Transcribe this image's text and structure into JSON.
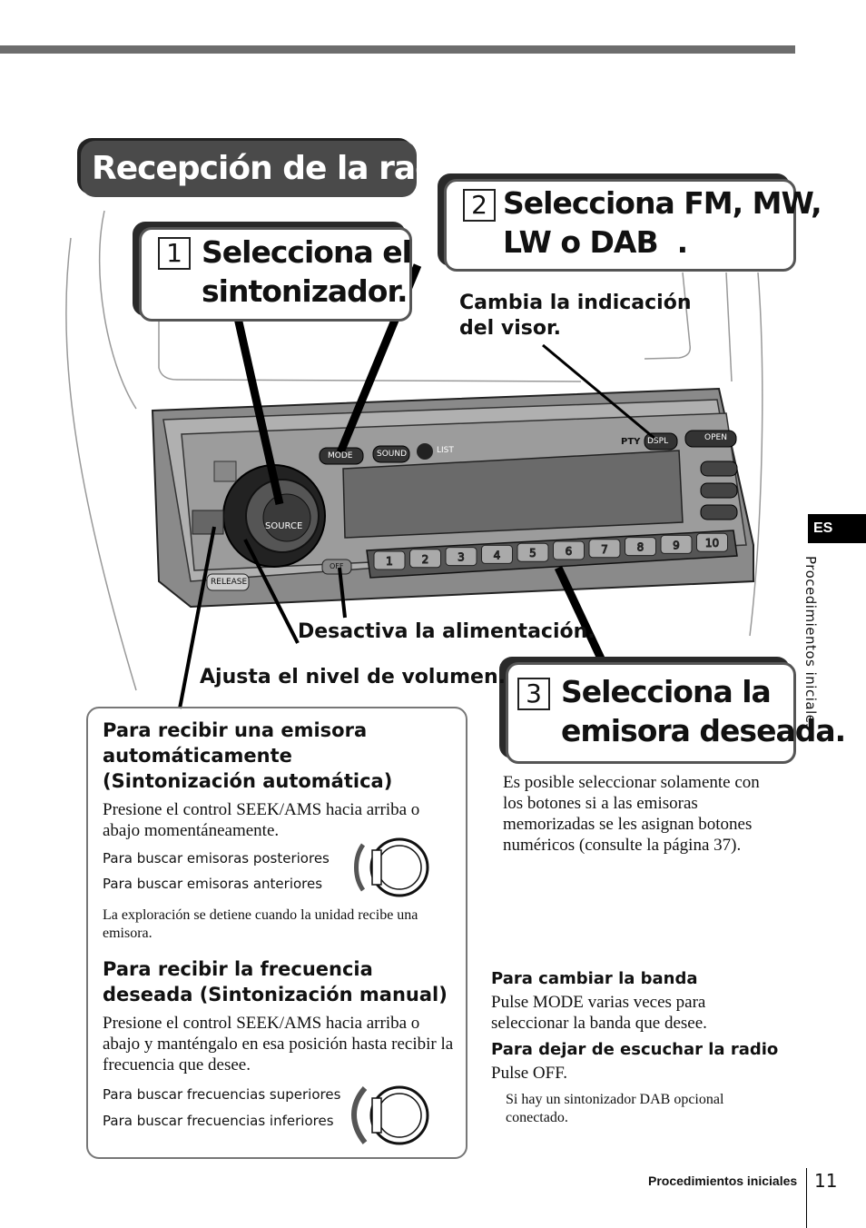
{
  "page_title": "Recepción de la radio",
  "steps": [
    {
      "number": "1",
      "text": "Selecciona el\nsintonizador."
    },
    {
      "number": "2",
      "text": "Selecciona FM, MW,\nLW o DAB  ."
    },
    {
      "number": "3",
      "text": "Selecciona la\nemisora deseada."
    }
  ],
  "callouts": {
    "display": "Cambia la indicación\ndel visor.",
    "power_off": "Desactiva la alimentación.",
    "volume": "Ajusta el nivel de volumen."
  },
  "device_labels": {
    "mode": "MODE",
    "sound": "SOUND",
    "list": "LIST",
    "pty": "PTY",
    "dspl": "DSPL",
    "open": "OPEN",
    "source": "SOURCE",
    "release": "RELEASE",
    "off": "OFF",
    "presets": [
      "1",
      "2",
      "3",
      "4",
      "5",
      "6",
      "7",
      "8",
      "9",
      "10"
    ]
  },
  "auto_tuning": {
    "heading": "Para recibir una emisora automáticamente (Sintonización automática)",
    "text": "Presione el control SEEK/AMS hacia arriba o abajo momentáneamente.",
    "up_label": "Para buscar emisoras posteriores",
    "down_label": "Para buscar emisoras anteriores",
    "note": "La exploración se detiene cuando la unidad recibe una emisora."
  },
  "manual_tuning": {
    "heading": "Para recibir la frecuencia deseada (Sintonización manual)",
    "text": "Presione el control SEEK/AMS hacia arriba o abajo y manténgalo en esa posición hasta recibir la frecuencia que desee.",
    "up_label": "Para buscar frecuencias superiores",
    "down_label": "Para buscar frecuencias inferiores"
  },
  "step3_note": "Es posible seleccionar solamente con los botones si a las emisoras memorizadas se les asignan botones numéricos (consulte la página 37).",
  "change_band": {
    "heading": "Para cambiar la banda",
    "text": "Pulse MODE varias veces para seleccionar la banda que desee."
  },
  "stop_radio": {
    "heading": "Para dejar de escuchar la radio",
    "text": "Pulse OFF."
  },
  "footnote": "Si hay un sintonizador DAB opcional conectado.",
  "side_tab": "ES",
  "side_section": "Procedimientos iniciales",
  "footer": {
    "section": "Procedimientos iniciales",
    "page": "11"
  }
}
